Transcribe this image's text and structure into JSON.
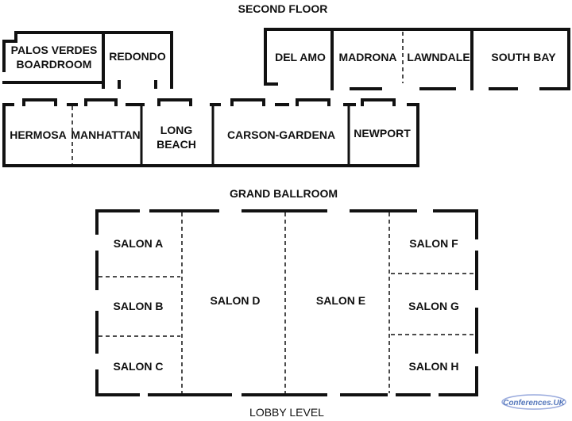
{
  "second_floor": {
    "title": "SECOND FLOOR",
    "rooms": {
      "palos_verdes": "PALOS VERDES",
      "boardroom": "BOARDROOM",
      "redondo": "REDONDO",
      "del_amo": "DEL AMO",
      "madrona": "MADRONA",
      "lawndale": "LAWNDALE",
      "south_bay": "SOUTH BAY",
      "hermosa": "HERMOSA",
      "manhattan": "MANHATTAN",
      "long": "LONG",
      "beach": "BEACH",
      "carson_gardena": "CARSON-GARDENA",
      "newport": "NEWPORT"
    }
  },
  "grand_ballroom": {
    "title": "GRAND BALLROOM",
    "salons": {
      "a": "SALON A",
      "b": "SALON B",
      "c": "SALON C",
      "d": "SALON D",
      "e": "SALON E",
      "f": "SALON F",
      "g": "SALON G",
      "h": "SALON H"
    }
  },
  "footer": "LOBBY LEVEL",
  "watermark": "Conferences.UK"
}
